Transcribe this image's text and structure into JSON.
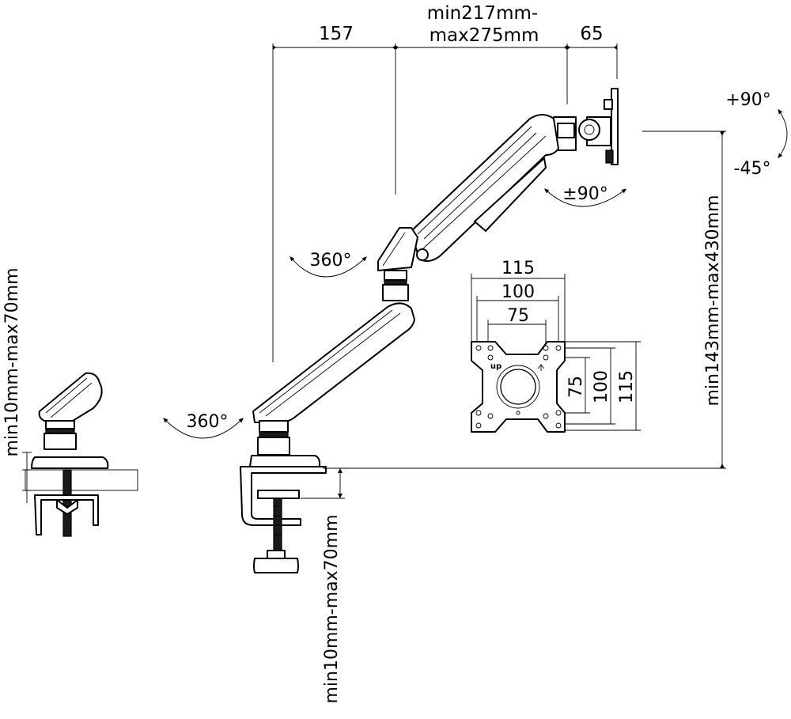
{
  "dimensions": {
    "arm_pivot_offset": "157",
    "arm_extension_line1": "min217mm-",
    "arm_extension_line2": "max275mm",
    "head_depth": "65",
    "height_range": "min143mm-max430mm",
    "desk_thickness_clamp": "min10mm-max70mm",
    "desk_thickness_grommet": "min10mm-max70mm"
  },
  "rotations": {
    "tilt_up": "+90°",
    "tilt_down": "-45°",
    "head_rotation": "±90°",
    "upper_swivel": "360°",
    "base_swivel": "360°"
  },
  "vesa": {
    "width_115": "115",
    "width_100": "100",
    "width_75": "75",
    "height_75": "75",
    "height_100": "100",
    "height_115": "115",
    "up_label": "up"
  }
}
